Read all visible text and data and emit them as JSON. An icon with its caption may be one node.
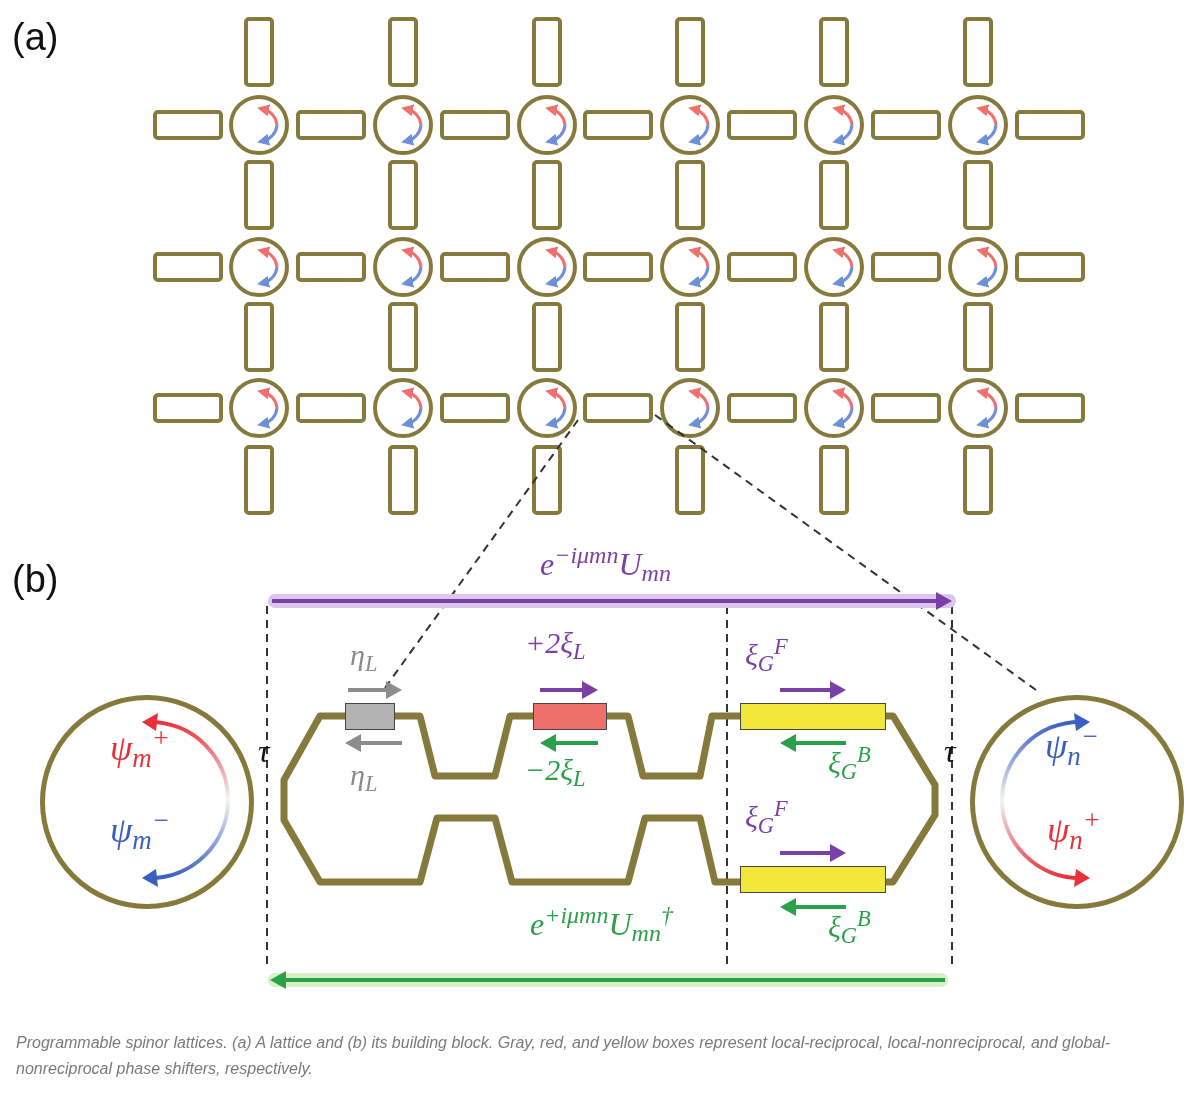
{
  "diagram": {
    "caption": "Programmable spinor lattices. (a) A lattice and (b) its building block. Gray, red, and yellow boxes represent local-reciprocal, local-nonreciprocal, and global-nonreciprocal phase shifters, respectively.",
    "nodes": [
      {
        "text": [
          "ψ$_{m}$$^{+}$",
          "ψ$_{m}$$^{−}$"
        ]
      },
      {
        "text": [
          "ψ$_{n}$$^{−}$",
          "ψ$_{n}$$^{+}$"
        ]
      },
      {
        "text": [],
        "shape": "box",
        "beside": [
          "η$_{L}$",
          "η$_{L}$"
        ]
      },
      {
        "text": [],
        "shape": "box",
        "beside": [
          "+2ξ$_{L}$",
          "−2ξ$_{L}$"
        ]
      },
      {
        "text": [],
        "shape": "box",
        "beside": [
          "ξ$_{G}$$^{F}$",
          "ξ$_{G}$$^{B}$"
        ]
      },
      {
        "text": [],
        "shape": "box",
        "beside": [
          "ξ$_{G}$$^{F}$",
          "ξ$_{G}$$^{B}$"
        ]
      }
    ],
    "labels": [
      "(a)",
      "(b)",
      "e$^{−iμmn}$U$_{mn}$",
      "τ",
      "τ",
      "e$^{+iμmn}$U$_{mn}$$^{†}$"
    ]
  }
}
